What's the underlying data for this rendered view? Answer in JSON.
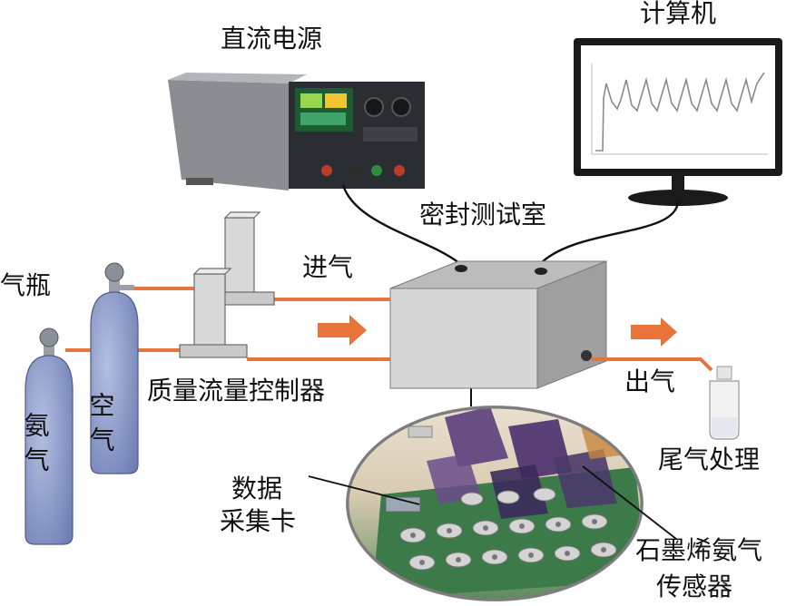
{
  "labels": {
    "power_supply": "直流电源",
    "computer": "计算机",
    "test_chamber": "密封测试室",
    "gas_in": "进气",
    "gas_out": "出气",
    "gas_cylinder": "气瓶",
    "air": "空气",
    "ammonia": "氨气",
    "mfc": "质量流量控制器",
    "exhaust": "尾气处理",
    "daq_line1": "数据",
    "daq_line2": "采集卡",
    "sensor_line1": "石墨烯氨气",
    "sensor_line2": "传感器"
  },
  "colors": {
    "tube": "#e8743b",
    "arrow": "#e8743b",
    "cylinder": "#8c9bc9",
    "box_front": "#d7d7d7",
    "box_top": "#bcbcbc",
    "box_side": "#9f9f9f"
  },
  "icons": {
    "power_supply": "dc-power-supply-icon",
    "computer": "monitor-icon",
    "chamber": "sealed-chamber-icon",
    "cylinder": "gas-cylinder-icon",
    "mfc": "mass-flow-controller-icon",
    "bottle": "wash-bottle-icon",
    "sensor_board": "sensor-array-icon"
  }
}
